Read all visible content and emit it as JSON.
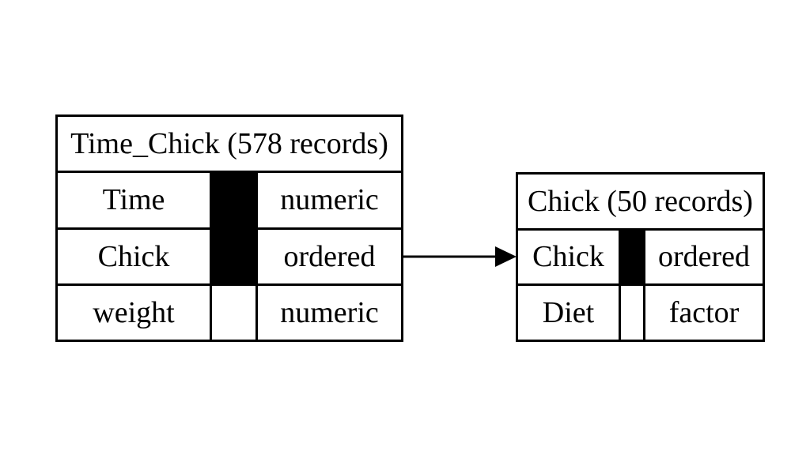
{
  "canvas": {
    "background_color": "#ffffff",
    "line_color": "#000000",
    "text_color": "#000000",
    "key_fill_color": "#000000"
  },
  "tables": [
    {
      "title": "Time_Chick (578 records)",
      "record_count": 578,
      "columns": [
        {
          "name": "Time",
          "type": "numeric",
          "key": true
        },
        {
          "name": "Chick",
          "type": "ordered",
          "key": true
        },
        {
          "name": "weight",
          "type": "numeric",
          "key": false
        }
      ]
    },
    {
      "title": "Chick (50 records)",
      "record_count": 50,
      "columns": [
        {
          "name": "Chick",
          "type": "ordered",
          "key": true
        },
        {
          "name": "Diet",
          "type": "factor",
          "key": false
        }
      ]
    }
  ],
  "relationship": {
    "from_table": "Time_Chick",
    "from_column": "Chick",
    "to_table": "Chick",
    "to_column": "Chick",
    "arrow_direction": "right"
  }
}
